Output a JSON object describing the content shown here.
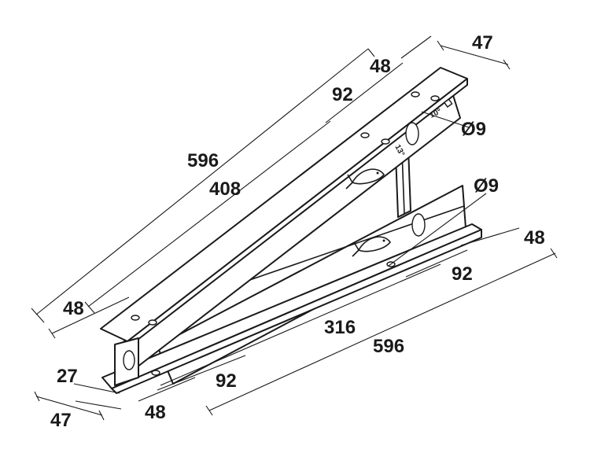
{
  "dimensions": {
    "top_flange_width": "47",
    "top_flange_edge": "48",
    "top_hole_spacing": "92",
    "top_hole_diameter": "Ø9",
    "top_overall_length": "596",
    "top_inner_length": "408",
    "top_end_offset": "48",
    "bottom_hole_diameter": "Ø9",
    "bottom_flange_edge": "48",
    "bottom_hole_spacing": "92",
    "bottom_inner_length": "316",
    "bottom_overall_length": "596",
    "bottom_front_hole_spacing": "92",
    "bottom_front_offset": "48",
    "base_height": "27",
    "base_width": "47"
  },
  "angle_labels": {
    "upper": "10°",
    "middle": "13°"
  },
  "colors": {
    "line": "#1a1a1a",
    "background": "#ffffff"
  }
}
